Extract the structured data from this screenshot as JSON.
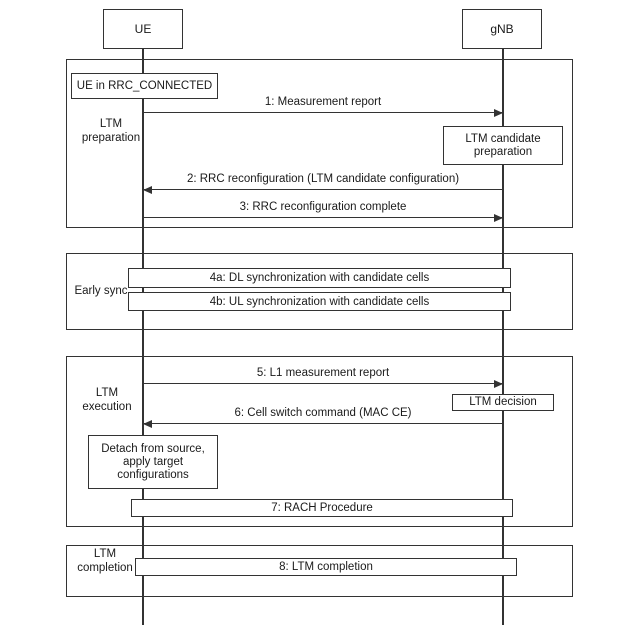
{
  "diagram_type": "sequence-diagram",
  "actors": [
    {
      "label": "UE"
    },
    {
      "label": "gNB"
    }
  ],
  "phases": [
    {
      "label": "LTM preparation"
    },
    {
      "label": "Early sync"
    },
    {
      "label": "LTM execution"
    },
    {
      "label": "LTM completion"
    }
  ],
  "notes": [
    {
      "label": "UE in RRC_CONNECTED",
      "actor": "UE"
    },
    {
      "label": "LTM candidate preparation",
      "actor": "gNB"
    },
    {
      "label": "LTM decision",
      "actor": "gNB"
    },
    {
      "label": "Detach from source, apply target configurations",
      "actor": "UE"
    }
  ],
  "messages": [
    {
      "label": "1: Measurement report",
      "from": "UE",
      "to": "gNB"
    },
    {
      "label": "2: RRC reconfiguration (LTM candidate configuration)",
      "from": "gNB",
      "to": "UE"
    },
    {
      "label": "3: RRC reconfiguration complete",
      "from": "UE",
      "to": "gNB"
    },
    {
      "label": "5: L1 measurement report",
      "from": "UE",
      "to": "gNB"
    },
    {
      "label": "6: Cell switch command (MAC CE)",
      "from": "gNB",
      "to": "UE"
    }
  ],
  "spans": [
    {
      "label": "4a: DL synchronization with candidate cells",
      "between": [
        "UE",
        "gNB"
      ]
    },
    {
      "label": "4b: UL synchronization with candidate cells",
      "between": [
        "UE",
        "gNB"
      ]
    },
    {
      "label": "7: RACH Procedure",
      "between": [
        "UE",
        "gNB"
      ]
    },
    {
      "label": "8: LTM completion",
      "between": [
        "UE",
        "gNB"
      ]
    }
  ],
  "colors": {
    "line": "#333333",
    "background": "#ffffff",
    "fill": "#ffffff"
  }
}
